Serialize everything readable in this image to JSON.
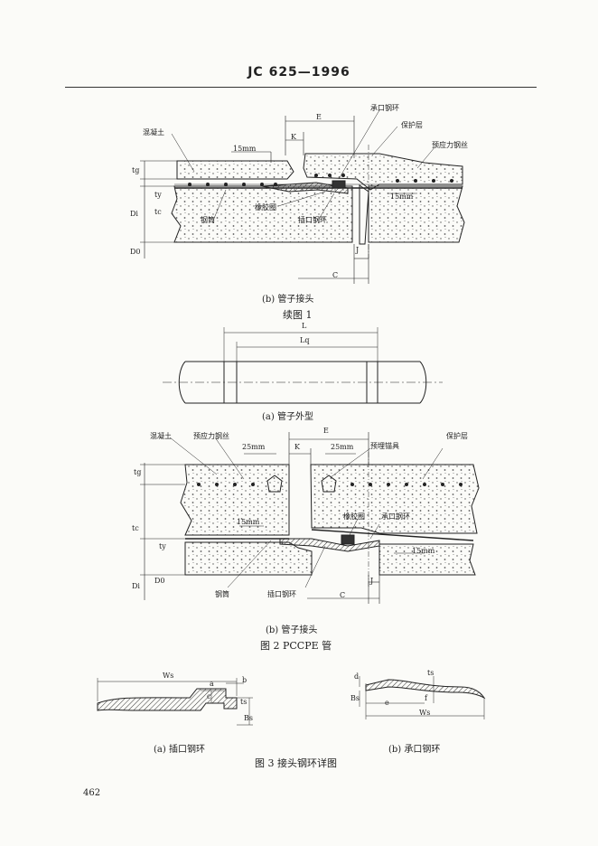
{
  "header": {
    "standard": "JC 625—1996"
  },
  "page_number": "462",
  "fig1": {
    "caption_b": "(b)  管子接头",
    "title": "续图 1",
    "labels": {
      "concrete": "混凝土",
      "socket_ring": "承口钢环",
      "protect": "保护层",
      "prestress": "预应力钢丝",
      "dim_15mm_a": "15mm",
      "dim_15mm_b": "15mm",
      "cylinder": "钢筒",
      "gasket": "橡胶圈",
      "spigot_ring": "插口钢环",
      "E": "E",
      "K": "K",
      "J": "J",
      "C": "C",
      "tg": "tg",
      "ty": "ty",
      "tc": "tc",
      "Di": "Di",
      "D0": "D0"
    }
  },
  "fig2": {
    "caption_a": "(a)  管子外型",
    "caption_b": "(b)  管子接头",
    "title": "图 2  PCCPE 管",
    "labels": {
      "L": "L",
      "Lq": "Lq",
      "concrete": "混凝土",
      "prestress": "预应力钢丝",
      "dim_25mm_a": "25mm",
      "E": "E",
      "K": "K",
      "dim_25mm_b": "25mm",
      "anchor": "预埋锚具",
      "protect": "保护层",
      "dim_15mm_a": "15mm",
      "gasket": "橡胶圈",
      "socket_ring": "承口钢环",
      "dim_15mm_b": "15mm",
      "cylinder": "钢筒",
      "spigot_ring": "插口钢环",
      "J": "J",
      "C": "C",
      "tg": "tg",
      "tc": "tc",
      "ty": "ty",
      "Di": "Di",
      "D0": "D0"
    }
  },
  "fig3": {
    "caption_a": "(a)  插口钢环",
    "caption_b": "(b)  承口钢环",
    "title": "图 3  接头钢环详图",
    "labels": {
      "Ws_a": "Ws",
      "a": "a",
      "b": "b",
      "c": "c",
      "ts_a": "ts",
      "Bs_a": "Bs",
      "d": "d",
      "ts_b": "ts",
      "Bs_b": "Bs",
      "e": "e",
      "f": "f",
      "Ws_b": "Ws"
    }
  }
}
